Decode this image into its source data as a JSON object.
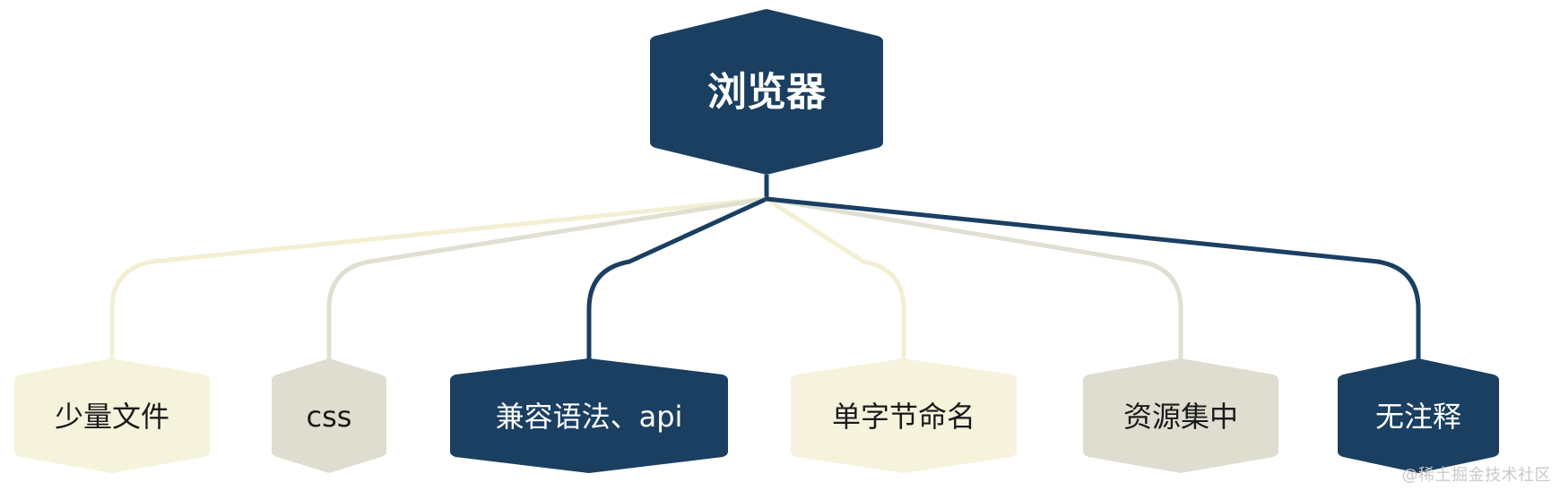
{
  "root": {
    "label": "浏览器",
    "fill": "#1a3f61",
    "text_color": "#ffffff"
  },
  "children": [
    {
      "label": "少量文件",
      "fill": "#f6f3dc",
      "text_color": "#1a1a1a",
      "connector_color": "#f3efd3"
    },
    {
      "label": "css",
      "fill": "#deddd0",
      "text_color": "#1a1a1a",
      "connector_color": "#e0dfd1"
    },
    {
      "label": "兼容语法、api",
      "fill": "#1a3f61",
      "text_color": "#ffffff",
      "connector_color": "#1a3f61"
    },
    {
      "label": "单字节命名",
      "fill": "#f6f3dc",
      "text_color": "#1a1a1a",
      "connector_color": "#f3efd3"
    },
    {
      "label": "资源集中",
      "fill": "#deddd0",
      "text_color": "#1a1a1a",
      "connector_color": "#e0dfd1"
    },
    {
      "label": "无注释",
      "fill": "#1a3f61",
      "text_color": "#ffffff",
      "connector_color": "#1a3f61"
    }
  ],
  "watermark": "@稀土掘金技术社区"
}
